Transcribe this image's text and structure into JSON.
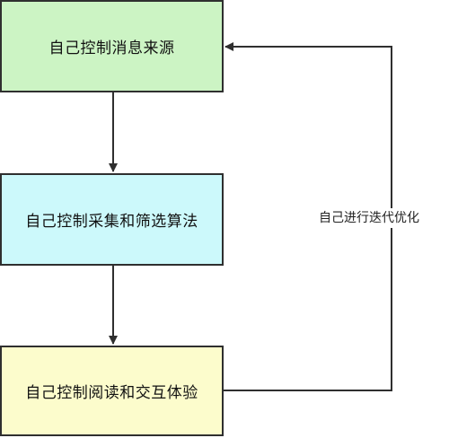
{
  "nodes": [
    {
      "label": "自己控制消息来源",
      "fill": "#ccf4c4"
    },
    {
      "label": "自己控制采集和筛选算法",
      "fill": "#ccf9fb"
    },
    {
      "label": "自己控制阅读和交互体验",
      "fill": "#fcfccc"
    }
  ],
  "feedback_edge": {
    "label": "自己进行迭代优化"
  },
  "colors": {
    "stroke": "#2f2f2f"
  }
}
